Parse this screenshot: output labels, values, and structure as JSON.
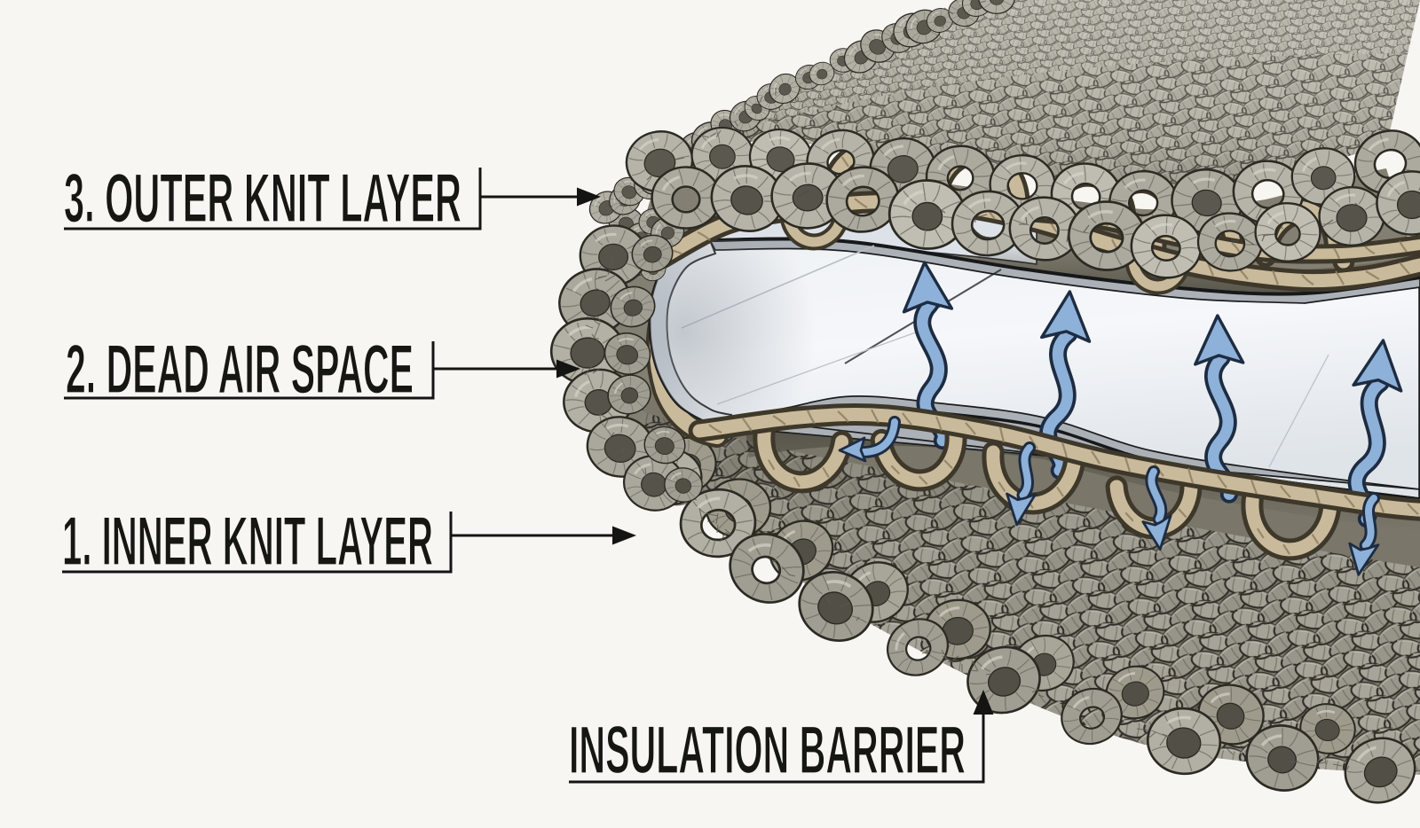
{
  "diagram": {
    "title": "Knit insulation layers diagram",
    "background": "#f7f6f2",
    "ink": "#141412"
  },
  "callouts": [
    {
      "id": "outer-knit-layer",
      "label": "3. OUTER KNIT LAYER"
    },
    {
      "id": "dead-air-space",
      "label": "2. DEAD AIR SPACE"
    },
    {
      "id": "inner-knit-layer",
      "label": "1. INNER KNIT LAYER"
    },
    {
      "id": "insulation-barrier",
      "label": "INSULATION BARRIER"
    }
  ],
  "illustration": {
    "parts": [
      "outer knit layer",
      "dead air space",
      "inner knit layer",
      "insulation barrier",
      "tan binder yarns",
      "rising heat arrows"
    ],
    "colors": {
      "yarn_grey": "#aeab9f",
      "yarn_tan": "#c9ba9b",
      "membrane_white": "#f3f5f8",
      "membrane_rim": "#abb1b7",
      "arrow_blue": "#8db1d8",
      "outline": "#26251e"
    }
  }
}
